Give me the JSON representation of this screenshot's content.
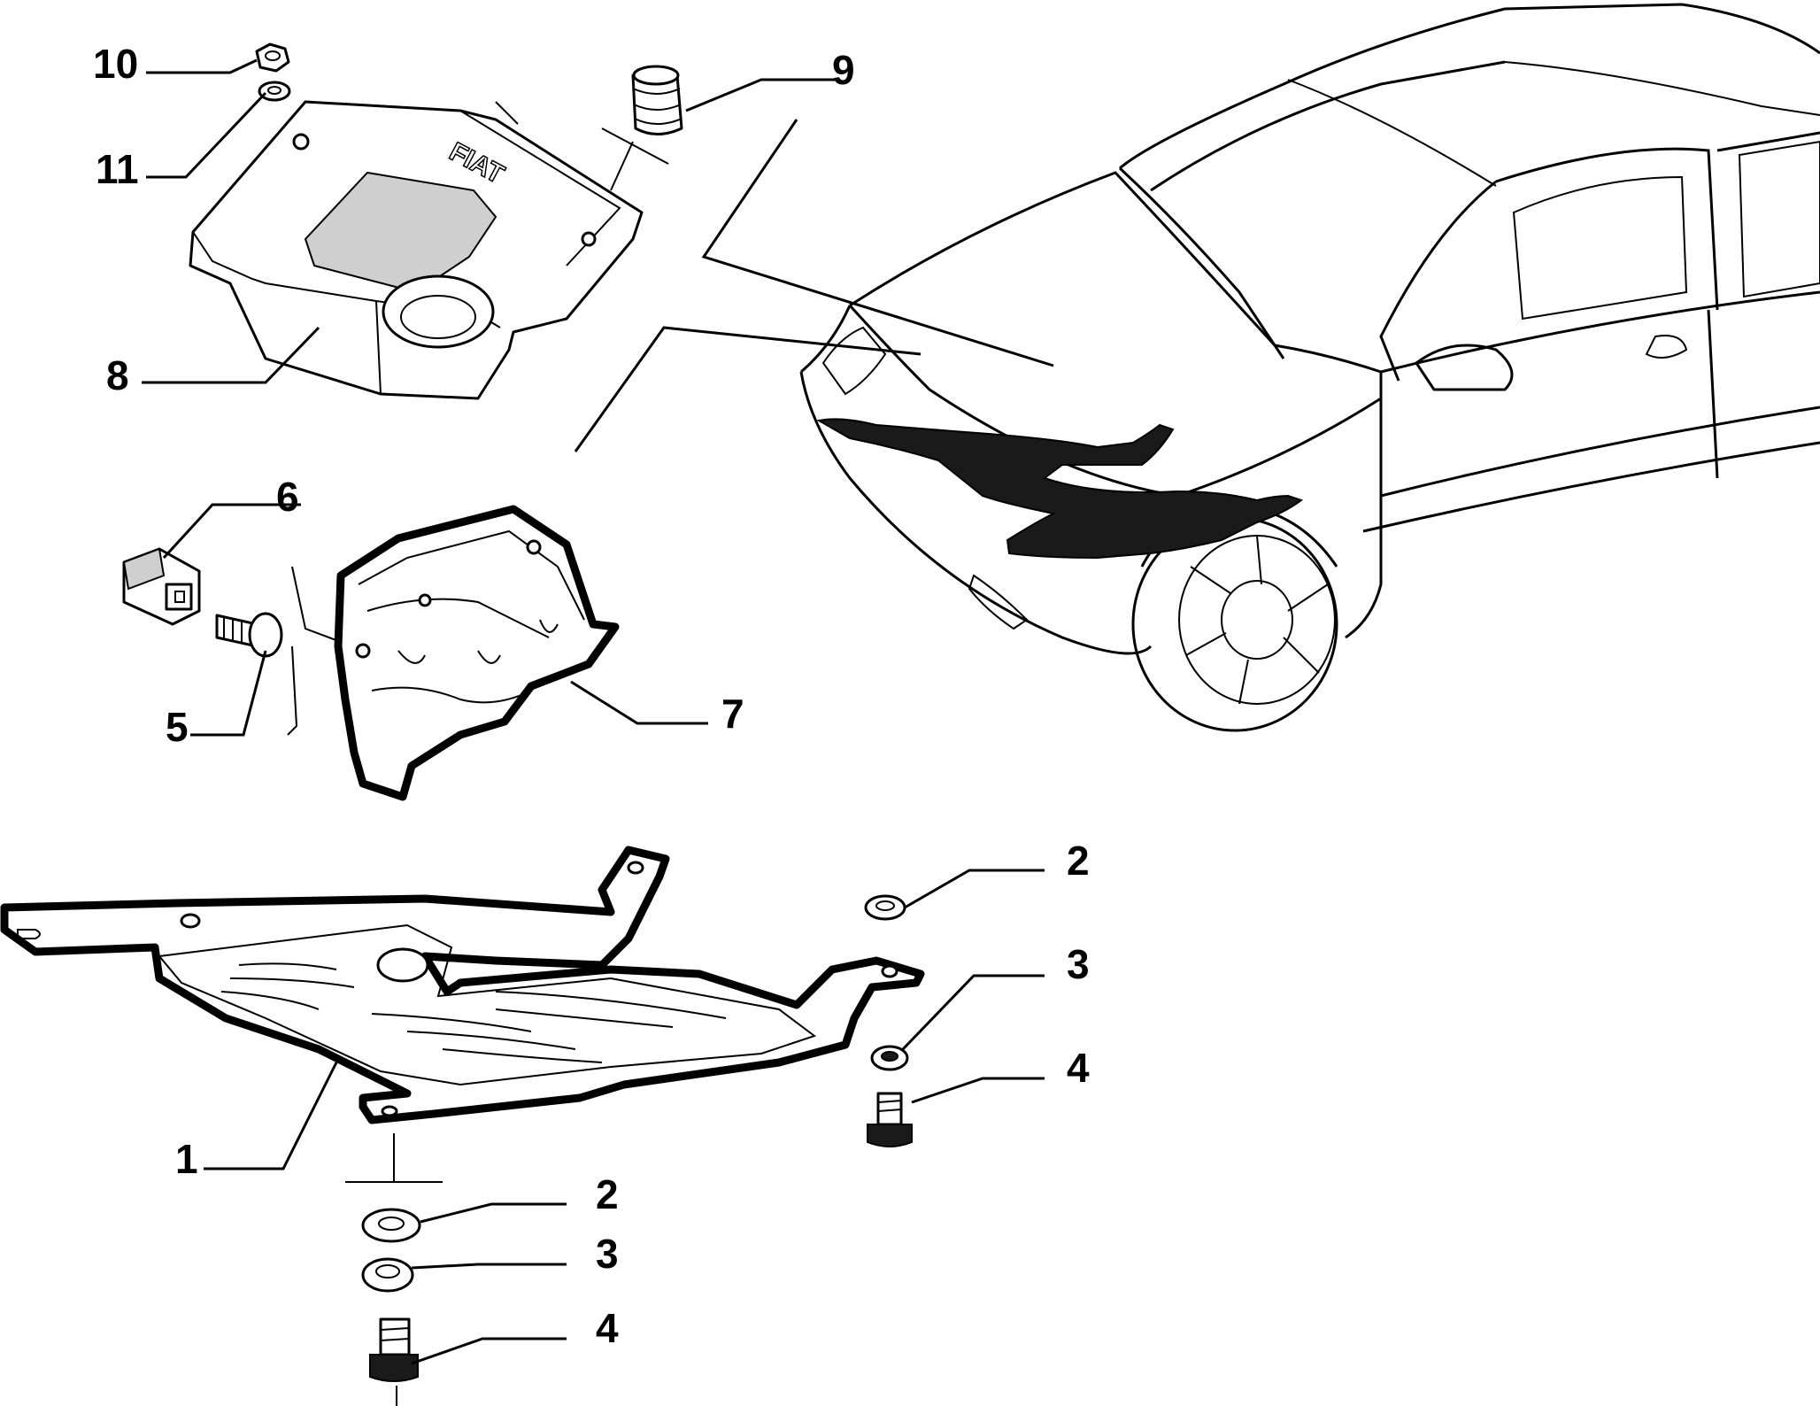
{
  "callouts": [
    {
      "id": "10",
      "text": "10"
    },
    {
      "id": "11",
      "text": "11"
    },
    {
      "id": "9",
      "text": "9"
    },
    {
      "id": "8",
      "text": "8"
    },
    {
      "id": "6",
      "text": "6"
    },
    {
      "id": "5",
      "text": "5"
    },
    {
      "id": "7",
      "text": "7"
    },
    {
      "id": "2a",
      "text": "2"
    },
    {
      "id": "3a",
      "text": "3"
    },
    {
      "id": "4a",
      "text": "4"
    },
    {
      "id": "1",
      "text": "1"
    },
    {
      "id": "2b",
      "text": "2"
    },
    {
      "id": "3b",
      "text": "3"
    },
    {
      "id": "4b",
      "text": "4"
    }
  ],
  "cover_logo": "FIAT"
}
